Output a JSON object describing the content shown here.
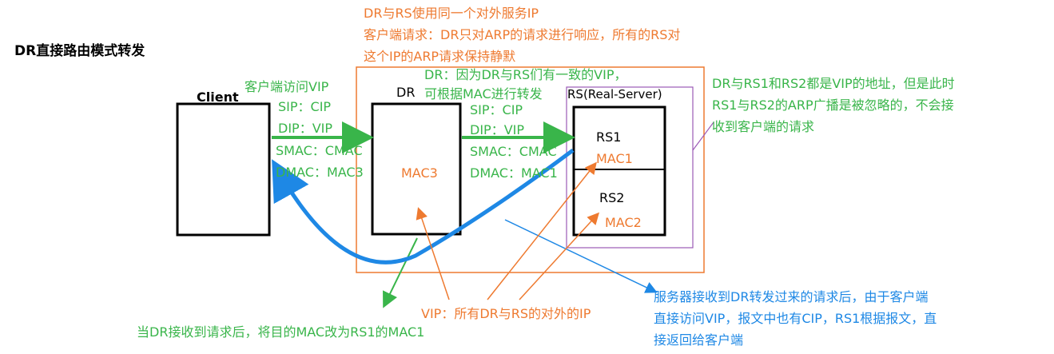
{
  "title": "DR直接路由模式转发",
  "top_note": {
    "line1": "DR与RS使用同一个对外服务IP",
    "line2": "客户端请求：DR只对ARP的请求进行响应，所有的RS对",
    "line3": "这个IP的ARP请求保持静默"
  },
  "nodes": {
    "client": "Client",
    "dr": "DR",
    "rs_group": "RS(Real-Server)",
    "rs1": "RS1",
    "rs2": "RS2"
  },
  "mac_labels": {
    "dr_mac": "MAC3",
    "rs1_mac": "MAC1",
    "rs2_mac": "MAC2"
  },
  "client_packet": {
    "header": "客户端访问VIP",
    "sip": "SIP：CIP",
    "dip": "DIP：VIP",
    "smac": "SMAC：CMAC",
    "dmac": "DMAC：MAC3"
  },
  "dr_note": {
    "line1": "DR：因为DR与RS们有一致的VIP，",
    "line2": "可根据MAC进行转发"
  },
  "dr_packet": {
    "sip": "SIP：CIP",
    "dip": "DIP：VIP",
    "smac": "SMAC：CMAC",
    "dmac": "DMAC：MAC1"
  },
  "right_note": {
    "line1": "DR与RS1和RS2都是VIP的地址，但是此时",
    "line2": "RS1与RS2的ARP广播是被忽略的，不会接",
    "line3": "收到客户端的请求"
  },
  "vip_note": "VIP：所有DR与RS的对外的IP",
  "bottom_green_note": "当DR接收到请求后，将目的MAC改为RS1的MAC1",
  "bottom_blue_note": {
    "line1": "服务器接收到DR转发过来的请求后，由于客户端",
    "line2": "直接访问VIP，报文中也有CIP，RS1根据报文，直",
    "line3": "接返回给客户端"
  },
  "colors": {
    "orange": "#ee7a30",
    "green": "#39b54a",
    "blue": "#1e88e5",
    "purple": "#9b59b6",
    "black": "#000000"
  },
  "icons": {
    "arrow": "arrow-icon"
  }
}
